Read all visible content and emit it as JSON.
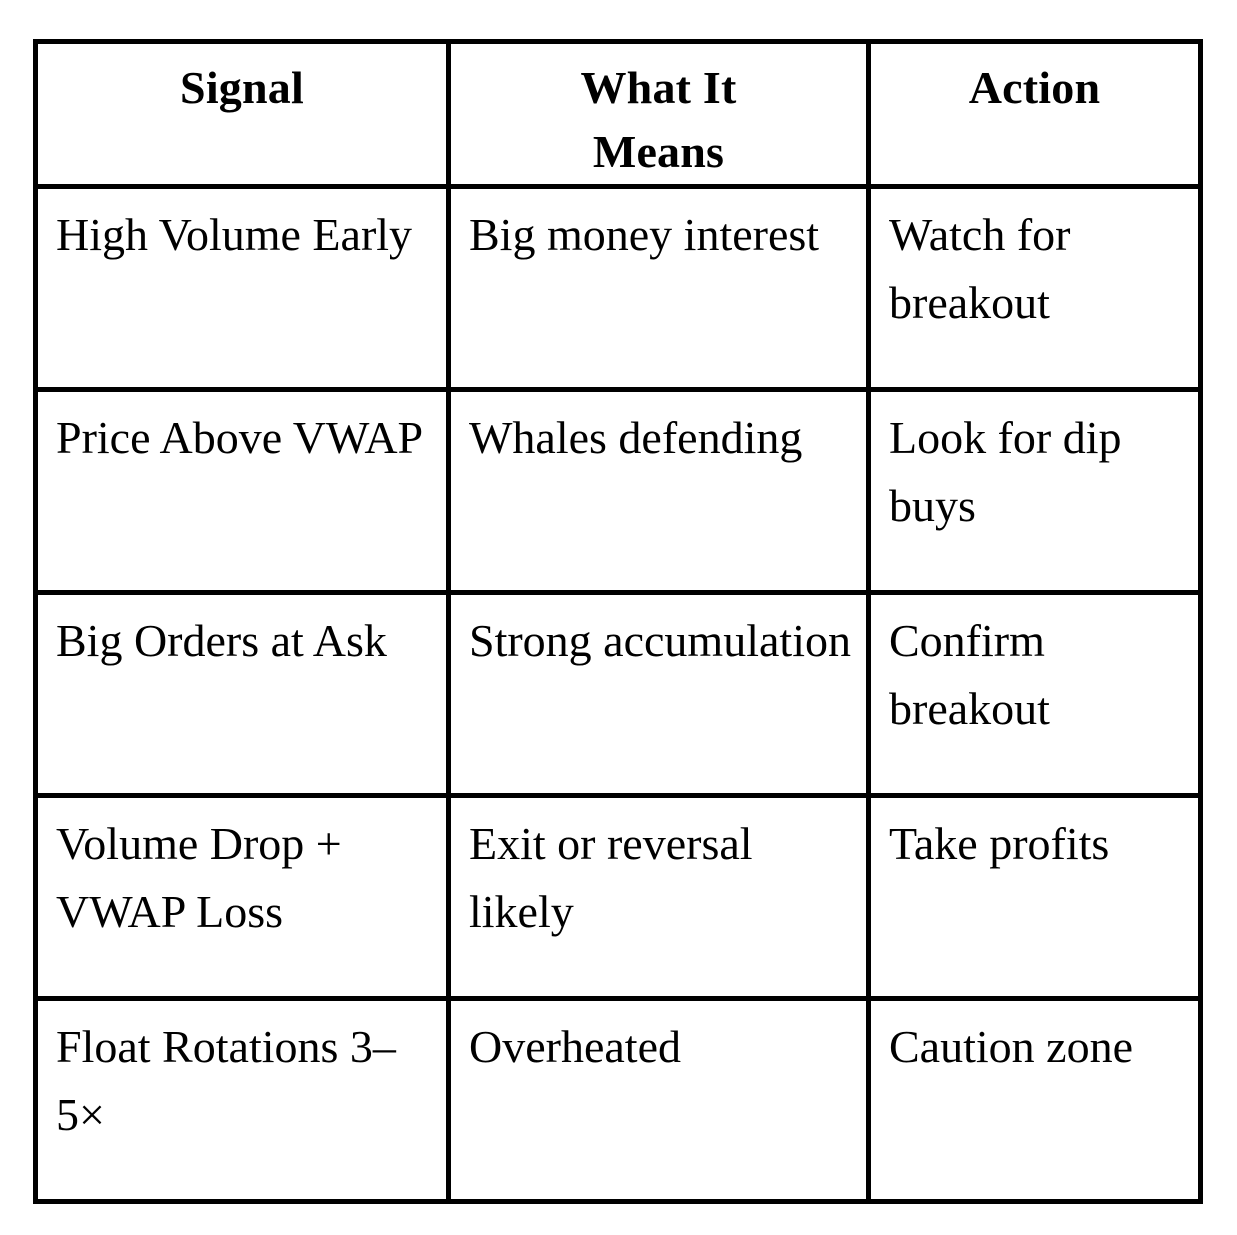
{
  "table": {
    "columns": [
      {
        "key": "signal",
        "header": "Signal",
        "align": "center"
      },
      {
        "key": "meaning",
        "header": "What It\nMeans",
        "align": "center"
      },
      {
        "key": "action",
        "header": "Action",
        "align": "center"
      }
    ],
    "headers": {
      "signal": "Signal",
      "meaning": "What It\nMeans",
      "action": "Action"
    },
    "rows": [
      {
        "signal": "High Volume Early",
        "meaning": "Big money interest",
        "action": "Watch for breakout"
      },
      {
        "signal": "Price Above VWAP",
        "meaning": "Whales defending",
        "action": "Look for dip buys"
      },
      {
        "signal": "Big Orders at Ask",
        "meaning": "Strong accumulation",
        "action": "Confirm breakout"
      },
      {
        "signal": "Volume Drop + VWAP Loss",
        "meaning": "Exit or reversal likely",
        "action": "Take profits"
      },
      {
        "signal": "Float Rotations 3–5×",
        "meaning": "Overheated",
        "action": "Caution zone"
      }
    ]
  },
  "style": {
    "border_color": "#000000",
    "text_color": "#000000",
    "background_color": "#ffffff"
  }
}
